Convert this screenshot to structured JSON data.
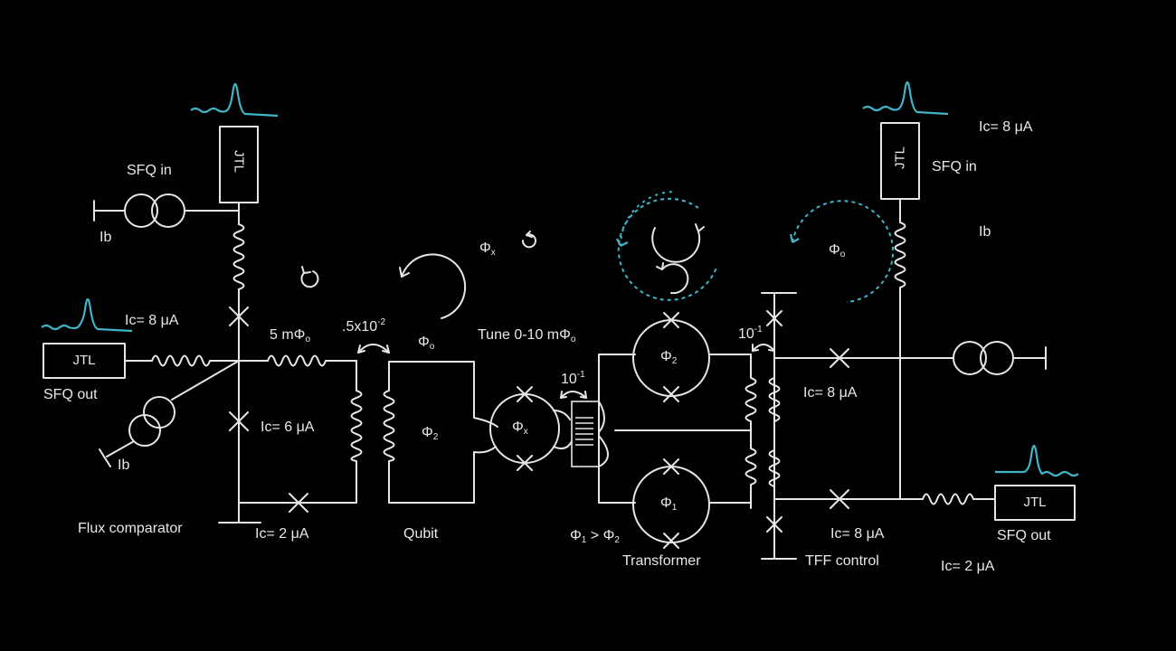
{
  "labels": {
    "sfq_in": "SFQ in",
    "ib": "Ib",
    "jtl": "JTL",
    "sfq_out": "SFQ out",
    "flux_comparator": "Flux comparator",
    "qubit": "Qubit",
    "transformer": "Transformer",
    "tff_control": "TFF control",
    "tune": "Tune 0-10 m",
    "ic8": "Ic= 8 μA",
    "ic6": "Ic= 6 μA",
    "ic2": "Ic= 2 μA",
    "five_m": "5 m",
    "coupling_a": ".5x10",
    "exp_a": "-2",
    "coupling_b": "10",
    "exp_b": "-1",
    "phi": "Φ",
    "sub_o": "o",
    "sub_x": "x",
    "sub_1": "1",
    "sub_2": "2",
    "gt": " > "
  },
  "colors": {
    "background": "#000000",
    "wire": "#e6e6e6",
    "pulse": "#3fb6c8"
  }
}
